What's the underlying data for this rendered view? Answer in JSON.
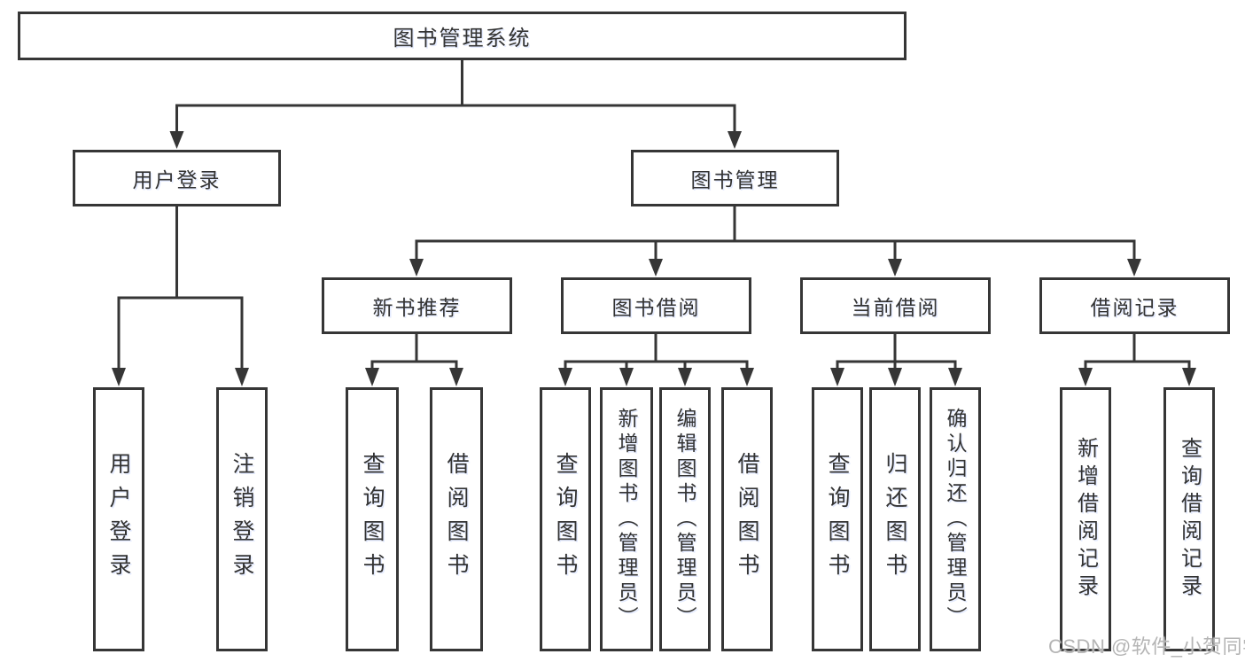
{
  "palette": {
    "line": "#363636",
    "box_border": "#363636",
    "box_background": "#ffffff",
    "text": "#333333",
    "watermark_text_color": "#b5b5b5"
  },
  "tree": {
    "root": "图书管理系统",
    "level2": [
      "用户登录",
      "图书管理"
    ],
    "user_login_children": [
      "用户登录",
      "注销登录"
    ],
    "book_mgmt_children": [
      "新书推荐",
      "图书借阅",
      "当前借阅",
      "借阅记录"
    ],
    "new_book_children": [
      "查询图书",
      "借阅图书"
    ],
    "borrow_children": [
      "查询图书",
      "新增图书（管理员）",
      "编辑图书（管理员）",
      "借阅图书"
    ],
    "current_children": [
      "查询图书",
      "归还图书",
      "确认归还（管理员）"
    ],
    "record_children": [
      "新增借阅记录",
      "查询借阅记录"
    ]
  },
  "watermark": {
    "text": "CSDN @软件_小贺同学"
  }
}
